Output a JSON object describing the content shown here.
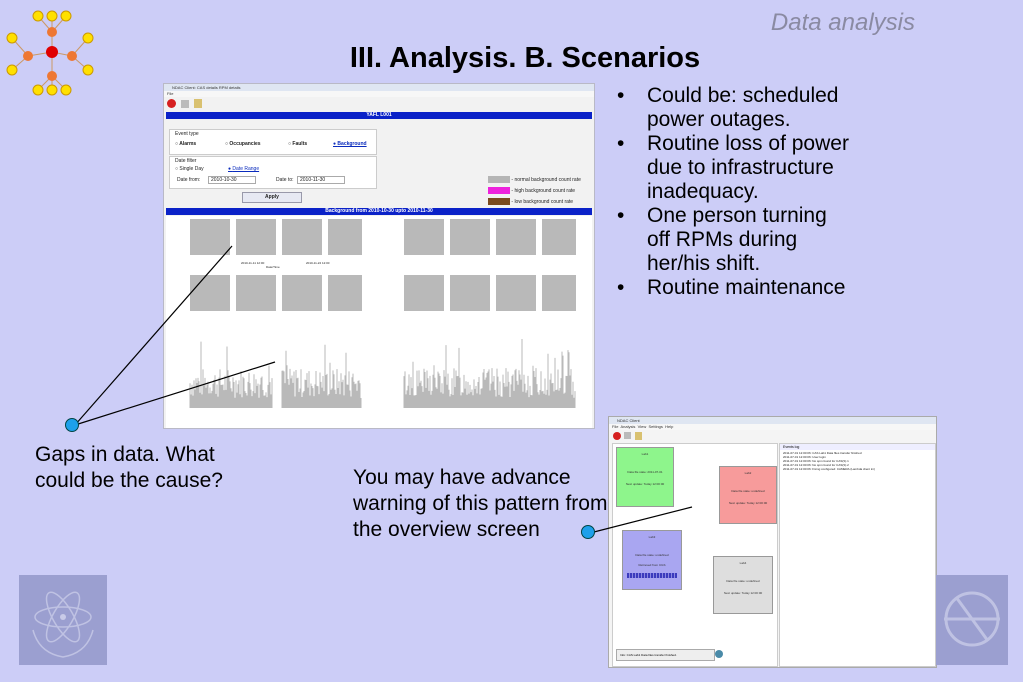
{
  "header": {
    "section": "Data analysis",
    "title": "III. Analysis. B. Scenarios"
  },
  "bullets": [
    "Could be: scheduled power outages.",
    "Routine loss of power due to infrastructure inadequacy.",
    "One person turning off RPMs during her/his shift.",
    "Routine maintenance"
  ],
  "callouts": {
    "gaps": "Gaps in data. What could be the cause?",
    "advance": "You may have advance warning of this pattern from the overview screen"
  },
  "screenshot1": {
    "window_title": "NDAC Client: CAS details RPM details",
    "menu": "File",
    "station_bar": "YAFL L001",
    "event_type_label": "Event type",
    "event_types": [
      "Alarms",
      "Occupancies",
      "Faults",
      "Background"
    ],
    "date_filter_label": "Date filter",
    "date_modes": [
      "Single Day",
      "Date Range"
    ],
    "date_from_label": "Date from:",
    "date_from": "2010-10-30",
    "date_to_label": "Date to:",
    "date_to": "2010-11-30",
    "apply_label": "Apply",
    "legend": [
      "- normal background count rate",
      "- high background count rate",
      "- low background count rate"
    ],
    "legend_colors": [
      "#b5b5b5",
      "#ee22dd",
      "#7a4a1e"
    ],
    "plot_bar": "Background from 2010-10-30 upto 2010-11-30",
    "x_tick_a": "2010-11-11 12:00",
    "x_tick_b": "2010-11-22 12:00",
    "x_label": "Date/Time"
  },
  "screenshot2": {
    "window_title": "NDAC Client",
    "menu": [
      "File",
      "Analysis",
      "View",
      "Settings",
      "Help"
    ],
    "event_log_title": "Events log",
    "event_log": [
      "2011-07-01 12:00:06: CAS Lab1 Data files transfer finished",
      "2011-07-01 12:00:06: User login",
      "2011-07-01 12:00:06: No spm found for CAS(S) 1",
      "2011-07-01 12:00:06: No spm found for CAS(S) 2",
      "2011-07-01 12:00:06: Fixing configured: CAMERA (Lambda client ini)"
    ],
    "status_text": "Info: CAS Lab1 Data files transfer finished.",
    "cards": [
      {
        "name": "Lab1",
        "line1": "Data file state: 2011-07-01",
        "line2": "Next update: Today 12:00:00",
        "color": "#8ef58c"
      },
      {
        "name": "Lab2",
        "line1": "Data file state: undefined",
        "line2": "Next update: Today 12:00:00",
        "color": "#f79b9b"
      },
      {
        "name": "Lab3",
        "line1": "Data file state: undefined",
        "line2": "Retrieved from CGS",
        "color": "#a9a6f1"
      },
      {
        "name": "Lab4",
        "line1": "Data file state: undefined",
        "line2": "Next update: Today 12:00:00",
        "color": "#dedede"
      }
    ]
  },
  "accents": {
    "bg": "#cccdf7",
    "callout_dot": "#1ea0ea",
    "blue_bar": "#0b22c8"
  }
}
